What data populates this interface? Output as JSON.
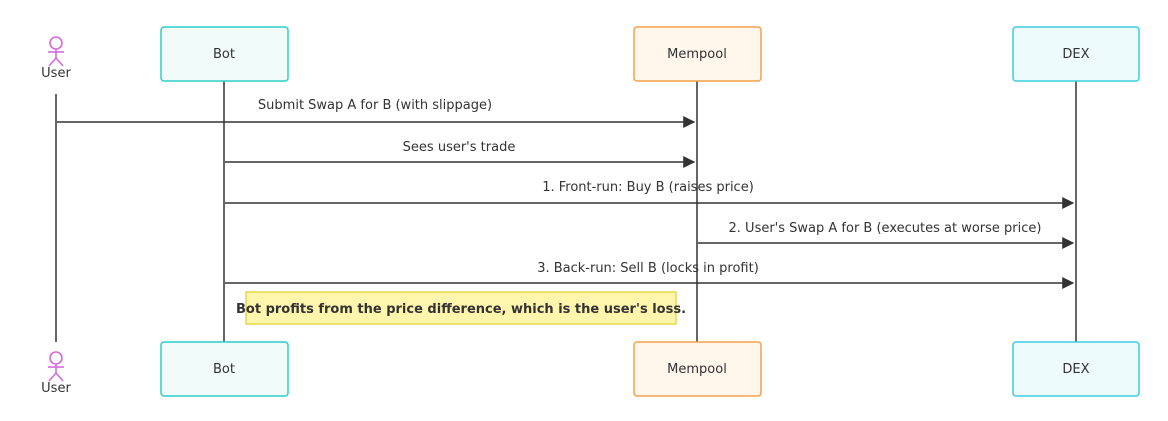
{
  "participants": {
    "user": {
      "label": "User",
      "kind": "actor",
      "color": "#d56bdb"
    },
    "bot": {
      "label": "Bot",
      "kind": "box",
      "border": "#2ecfc9",
      "fill": "#f0fbfa"
    },
    "mempool": {
      "label": "Mempool",
      "kind": "box",
      "border": "#f5a04d",
      "fill": "#fff6ec"
    },
    "dex": {
      "label": "DEX",
      "kind": "box",
      "border": "#3ccfe0",
      "fill": "#eefbfd"
    }
  },
  "messages": [
    {
      "from": "user",
      "to": "mempool",
      "text": "Submit Swap A for B (with slippage)"
    },
    {
      "from": "bot",
      "to": "mempool",
      "text": "Sees user's trade"
    },
    {
      "from": "bot",
      "to": "dex",
      "text": "1. Front-run: Buy B (raises price)"
    },
    {
      "from": "mempool",
      "to": "dex",
      "text": "2. User's Swap A for B (executes at worse price)"
    },
    {
      "from": "bot",
      "to": "dex",
      "text": "3. Back-run: Sell B (locks in profit)"
    }
  ],
  "note": {
    "text": "Bot profits from the price difference, which is the user's loss.",
    "fill": "#fff5ad",
    "border": "#e6d84a"
  },
  "colors": {
    "line": "#333333",
    "text": "#333333",
    "actor": "#d56bdb"
  }
}
